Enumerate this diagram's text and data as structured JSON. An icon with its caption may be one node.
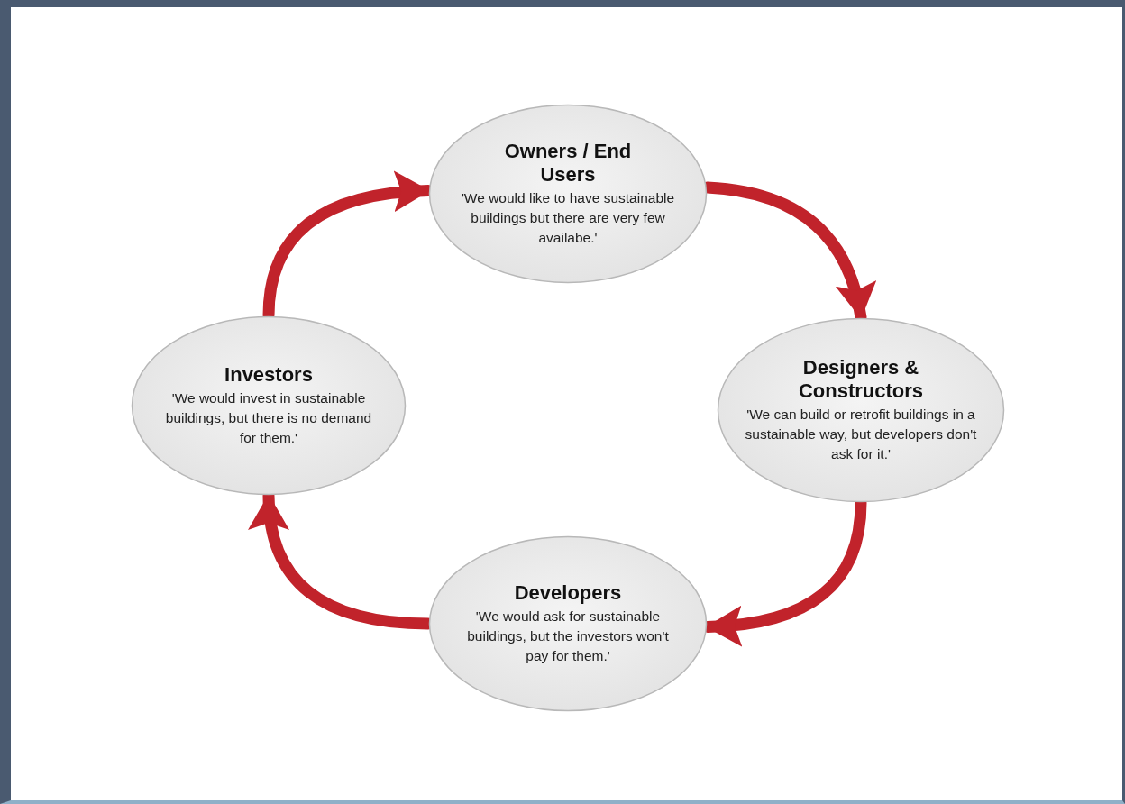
{
  "diagram": {
    "nodes": [
      {
        "text": [
          "Owners / End Users",
          "'We would like to have sustainable buildings but there are very few availabe.'"
        ]
      },
      {
        "text": [
          "Designers & Constructors",
          "'We can build or retrofit buildings in a sustainable way, but developers don't ask for it.'"
        ]
      },
      {
        "text": [
          "Developers",
          "'We would ask for sustainable buildings, but the investors won't pay for them.'"
        ]
      },
      {
        "text": [
          "Investors",
          "'We would invest in sustainable buildings, but there is no demand for them.'"
        ]
      }
    ],
    "edges": [
      {
        "from": 0,
        "to": 1,
        "arrow": "to"
      },
      {
        "from": 1,
        "to": 2,
        "arrow": "to"
      },
      {
        "from": 2,
        "to": 3,
        "arrow": "to"
      },
      {
        "from": 3,
        "to": 0,
        "arrow": "to"
      }
    ]
  }
}
